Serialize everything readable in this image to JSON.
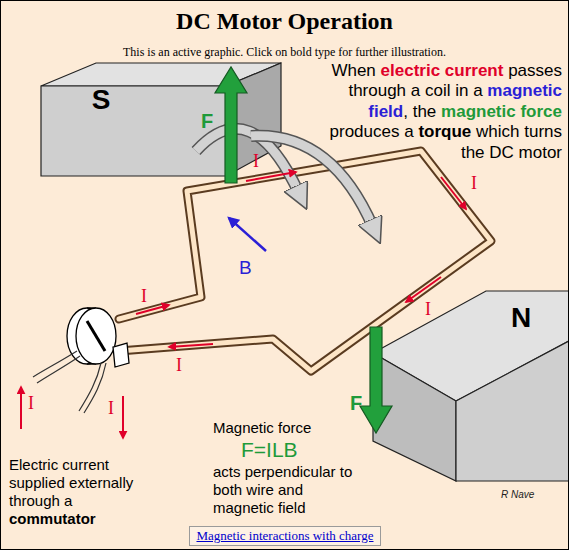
{
  "diagram": {
    "title": "DC Motor Operation",
    "nodes": [
      {
        "text": [
          "S"
        ]
      },
      {
        "text": [
          "N"
        ]
      },
      {
        "text": [
          "Magnetic interactions with charge"
        ]
      }
    ],
    "labels": [
      "This is an active graphic. Click on bold type for further illustration.",
      "When",
      "electric current",
      "passes through a coil in a",
      "magnetic field",
      ", the",
      "magnetic force",
      "produces a",
      "torque",
      "which turns the DC motor",
      "F",
      "I",
      "I",
      "B",
      "I",
      "I",
      "I",
      "F",
      "I",
      "I",
      "Electric current supplied externally through a",
      "commutator",
      "Magnetic force",
      "F=ILB",
      "acts perpendicular to both wire and magnetic field",
      "R Nave"
    ]
  }
}
